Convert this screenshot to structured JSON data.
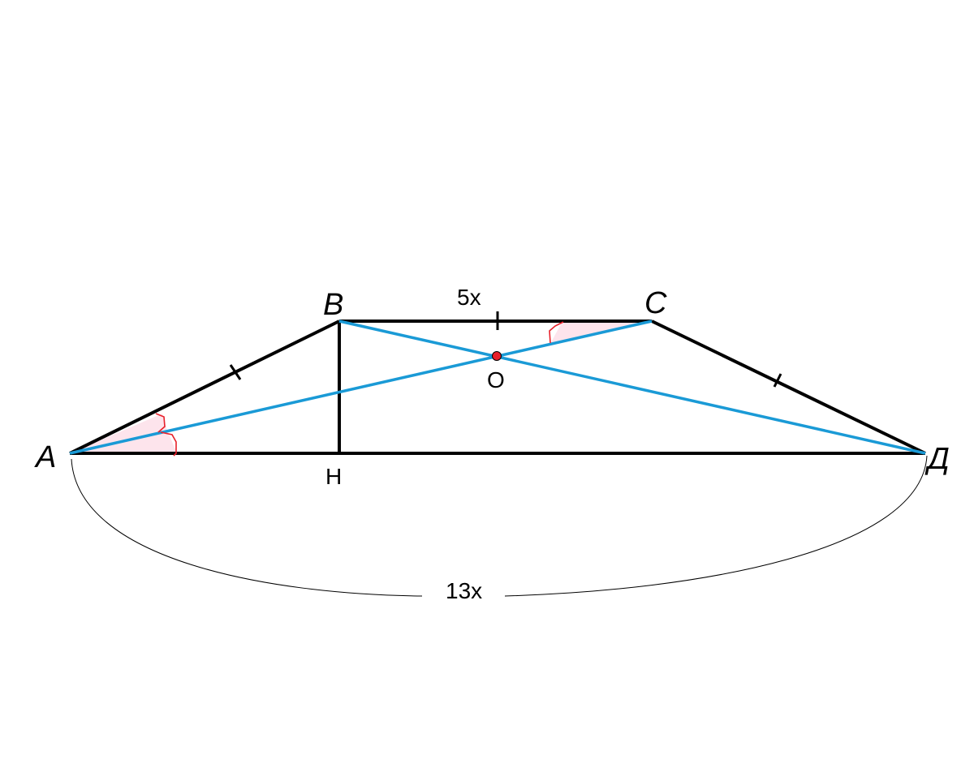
{
  "figure": {
    "type": "isosceles trapezoid with diagonals",
    "vertices": {
      "A": "A",
      "B": "B",
      "C": "C",
      "D": "Д",
      "H": "H",
      "O": "O"
    },
    "measures": {
      "top_base": "5x",
      "bottom_base": "13x"
    }
  },
  "colors": {
    "sides": "#000000",
    "diagonals": "#1a9ad6",
    "angle_marks": "#e8202a",
    "angle_fill": "#fde4ec",
    "center_point": "#e8202a"
  }
}
